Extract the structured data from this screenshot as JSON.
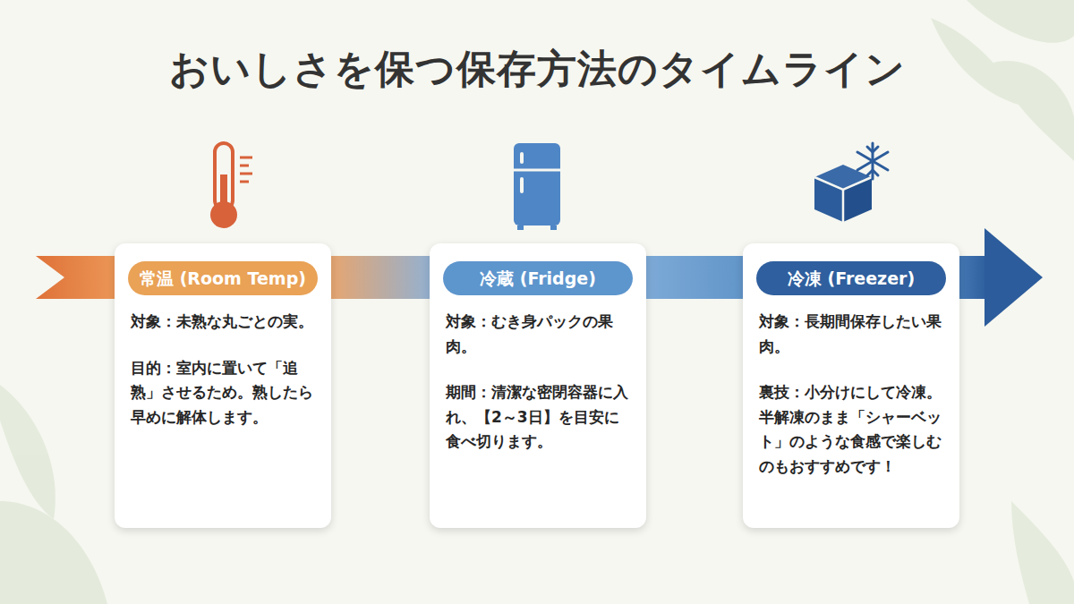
{
  "diagram": {
    "title": "おいしさを保つ保存方法のタイムライン",
    "nodes": [
      {
        "text": [
          "常温 (Room Temp)",
          "対象：未熟な丸ごとの実。",
          "目的：室内に置いて「追熟」させるため。熟したら早めに解体します。"
        ]
      },
      {
        "text": [
          "冷蔵 (Fridge)",
          "対象：むき身パックの果肉。",
          "期間：清潔な密閉容器に入れ、【2～3日】を目安に食べ切ります。"
        ]
      },
      {
        "text": [
          "冷凍 (Freezer)",
          "対象：長期間保存したい果肉。",
          "裏技：小分けにして冷凍。半解凍のまま「シャーベット」のような食感で楽しむのもおすすめです！"
        ]
      }
    ],
    "edges": [
      {
        "from": 0,
        "to": 1,
        "arrow": "none"
      },
      {
        "from": 1,
        "to": 2,
        "arrow": "none"
      }
    ]
  }
}
